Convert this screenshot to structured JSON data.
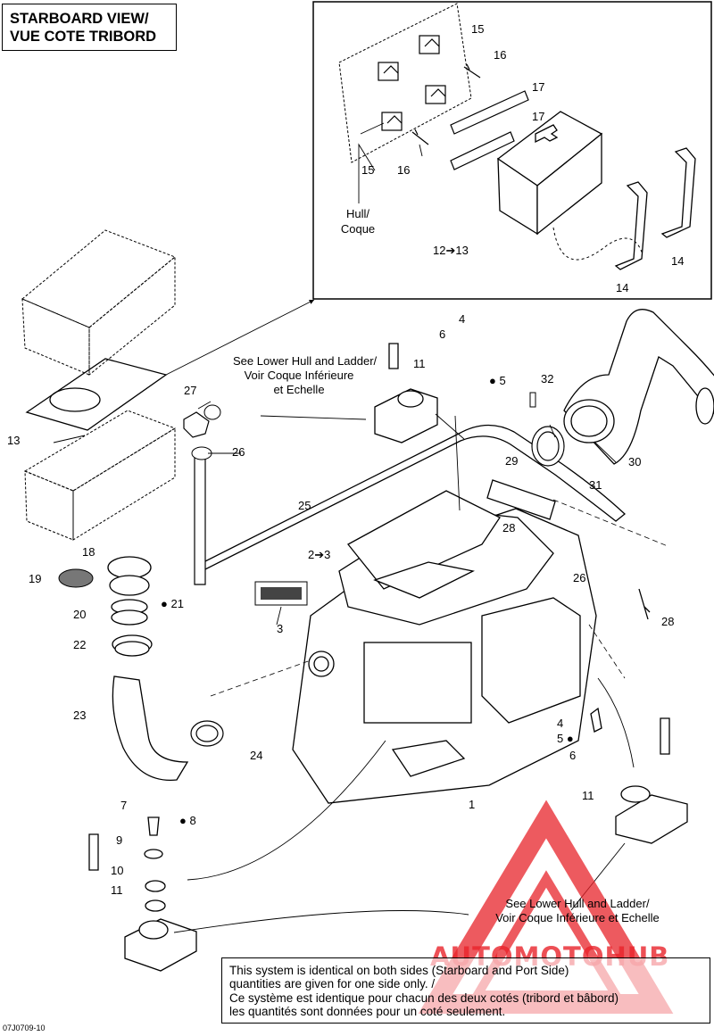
{
  "title": {
    "line1": "STARBOARD VIEW/",
    "line2": "VUE COTE TRIBORD"
  },
  "callouts": {
    "c1": "1",
    "c2": "2➔3",
    "c3": "3",
    "c4a": "4",
    "c4b": "4",
    "c5a": "5",
    "c5b": "5",
    "c6a": "6",
    "c6b": "6",
    "c7": "7",
    "c8": "8",
    "c9": "9",
    "c10": "10",
    "c11a": "11",
    "c11b": "11",
    "c11c": "11",
    "c12": "12➔13",
    "c13": "13",
    "c14a": "14",
    "c14b": "14",
    "c15a": "15",
    "c15b": "15",
    "c16a": "16",
    "c16b": "16",
    "c17a": "17",
    "c17b": "17",
    "c18": "18",
    "c19": "19",
    "c20": "20",
    "c21": "21",
    "c22": "22",
    "c23": "23",
    "c24": "24",
    "c25": "25",
    "c26a": "26",
    "c26b": "26",
    "c27": "27",
    "c28a": "28",
    "c28b": "28",
    "c29": "29",
    "c30": "30",
    "c31": "31",
    "c32": "32"
  },
  "hull_label": {
    "line1": "Hull/",
    "line2": "Coque"
  },
  "see_lower_hull_top": {
    "line1": "See Lower Hull and Ladder/",
    "line2": "Voir Coque Inférieure",
    "line3": "et Echelle"
  },
  "see_lower_hull_bottom": {
    "line1": "See Lower Hull and Ladder/",
    "line2": "Voir Coque Inférieure et Echelle"
  },
  "note": {
    "line1": "This system is identical on both sides (Starboard and Port Side)",
    "line2": "quantities are given for one side only. /",
    "line3": "Ce système est identique pour chacun des deux cotés (tribord et bâbord)",
    "line4": "les quantités sont données pour un coté seulement."
  },
  "diagram_code": "07J0709-10",
  "watermark": {
    "text": "AUTOMOTOHUB",
    "color": "#e8232a"
  },
  "colors": {
    "line": "#000000",
    "watermark": "#e8232a"
  }
}
